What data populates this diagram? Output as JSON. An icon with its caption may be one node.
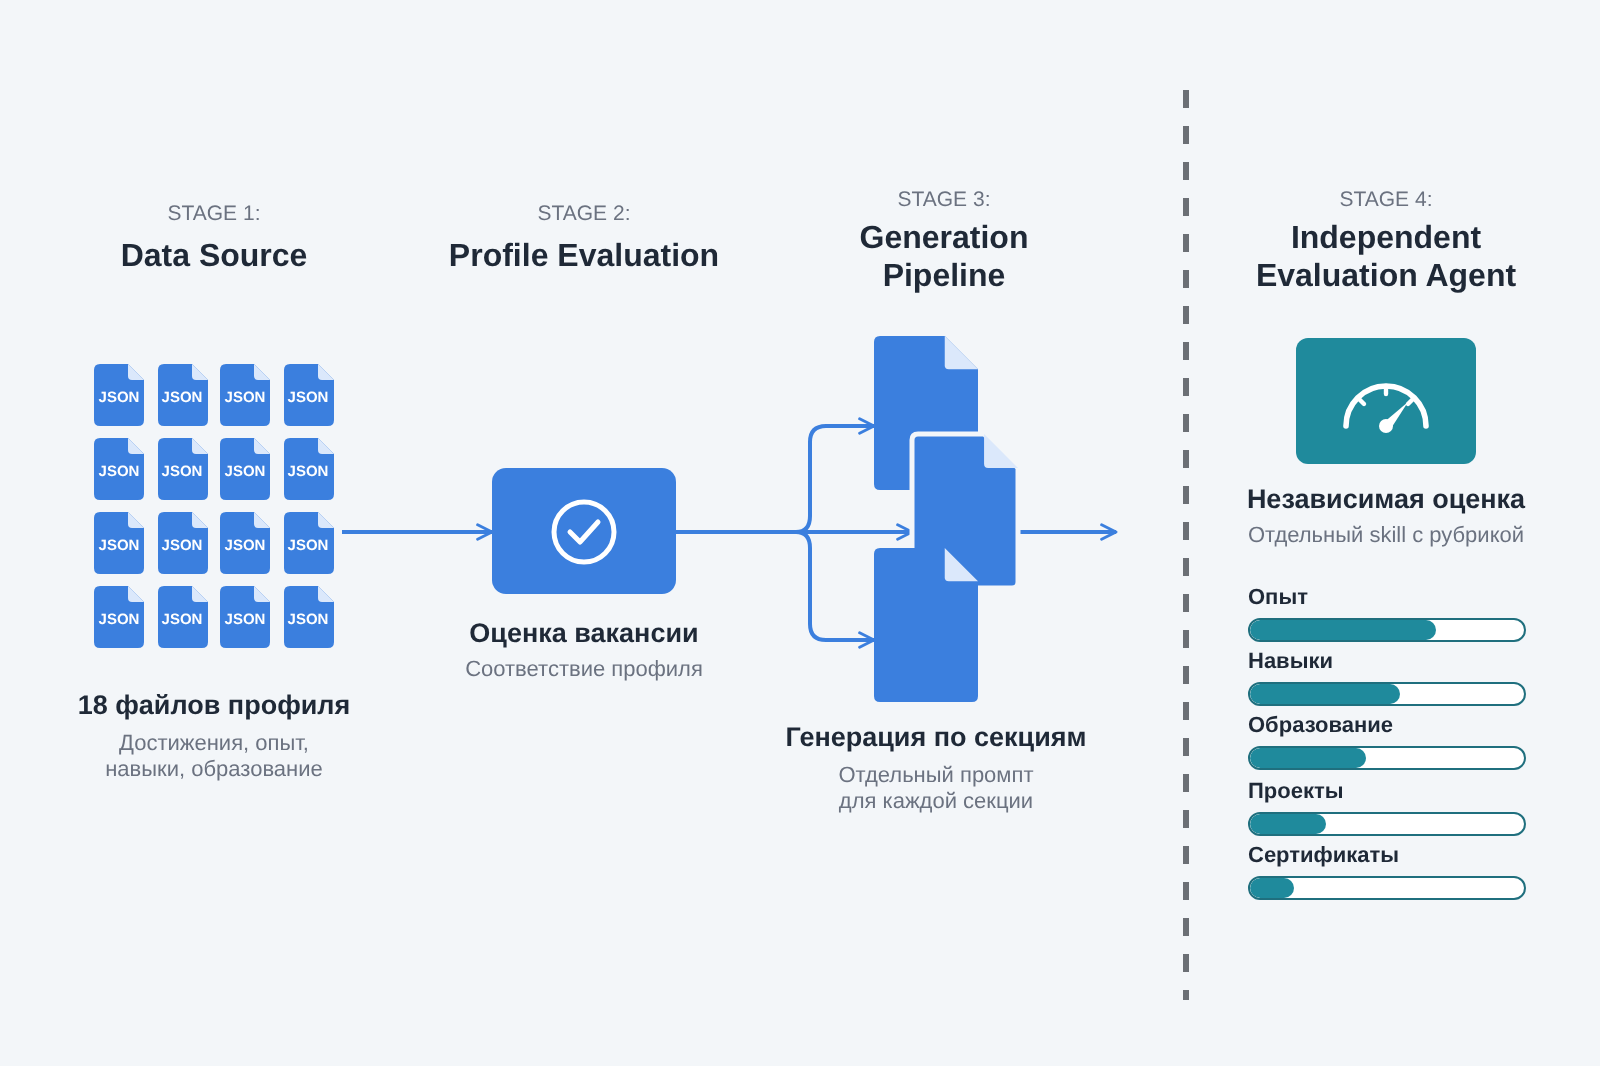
{
  "diagram": {
    "nodes": [
      {
        "text": [],
        "shape": "box",
        "beside": [
          "18 файлов профиля",
          "Достижения, опыт, навыки, образование"
        ]
      },
      {
        "text": [
          "JSON"
        ],
        "in": 0
      },
      {
        "text": [
          "JSON"
        ],
        "in": 0
      },
      {
        "text": [
          "JSON"
        ],
        "in": 0
      },
      {
        "text": [
          "JSON"
        ],
        "in": 0
      },
      {
        "text": [
          "JSON"
        ],
        "in": 0
      },
      {
        "text": [
          "JSON"
        ],
        "in": 0
      },
      {
        "text": [
          "JSON"
        ],
        "in": 0
      },
      {
        "text": [
          "JSON"
        ],
        "in": 0
      },
      {
        "text": [
          "JSON"
        ],
        "in": 0
      },
      {
        "text": [
          "JSON"
        ],
        "in": 0
      },
      {
        "text": [
          "JSON"
        ],
        "in": 0
      },
      {
        "text": [
          "JSON"
        ],
        "in": 0
      },
      {
        "text": [
          "JSON"
        ],
        "in": 0
      },
      {
        "text": [
          "JSON"
        ],
        "in": 0
      },
      {
        "text": [
          "JSON"
        ],
        "in": 0
      },
      {
        "text": [
          "JSON"
        ],
        "in": 0
      },
      {
        "text": [],
        "shape": "box",
        "beside": [
          "Оценка вакансии",
          "Соответствие профиля"
        ]
      },
      {
        "text": [],
        "shape": "box"
      },
      {
        "text": [],
        "shape": "box"
      },
      {
        "text": [],
        "shape": "box",
        "beside": [
          "Генерация по секциям",
          "Отдельный промпт для каждой секции"
        ]
      },
      {
        "text": [],
        "shape": "box",
        "beside": [
          "Независимая оценка",
          "Отдельный skill с рубрикой"
        ]
      }
    ],
    "edges": [
      {
        "from": 0,
        "to": 17,
        "arrow": "to"
      },
      {
        "from": 17,
        "to": 18,
        "arrow": "to"
      },
      {
        "from": 17,
        "to": 19,
        "arrow": "to"
      },
      {
        "from": 17,
        "to": 20,
        "arrow": "to"
      },
      {
        "from": 19,
        "to": null,
        "arrow": "to"
      }
    ],
    "labels": [
      "STAGE 1:",
      "Data Source",
      "STAGE 2:",
      "Profile Evaluation",
      "STAGE 3:",
      "Generation Pipeline",
      "STAGE 4:",
      "Independent Evaluation Agent",
      "Опыт",
      "Навыки",
      "Образование",
      "Проекты",
      "Сертификаты"
    ]
  }
}
